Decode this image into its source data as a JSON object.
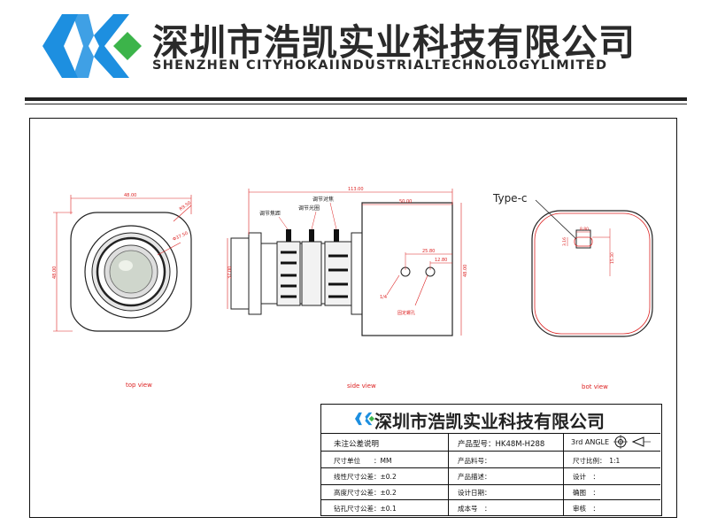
{
  "header": {
    "company_cn": "深圳市浩凯实业科技有限公司",
    "company_en": "SHENZHEN CITYHOKAIINDUSTRIALTECHNOLOGYLIMITED",
    "logo_color_blue": "#1d8fe0",
    "logo_color_green": "#3cb44a"
  },
  "drawing": {
    "views": {
      "top": "top view",
      "side": "side view",
      "bot": "bot view"
    },
    "top_view": {
      "dim_width": "48.00",
      "dim_height": "48.00",
      "dim_radius": "R9.50",
      "dim_diameter": "Φ37.50"
    },
    "side_view": {
      "dim_total": "113.00",
      "dim_body": "50.00",
      "dim_hole1": "25.80",
      "dim_hole2": "12.80",
      "dim_height": "48.00",
      "dim_lens": "37.00",
      "label_focus": "调节焦距",
      "label_iris": "调节光圈",
      "label_adjust": "调节对焦",
      "label_hole_left": "1/4",
      "label_hole_right": "固定螺孔"
    },
    "bot_view": {
      "type_label": "Type-c",
      "dim_a": "8.80",
      "dim_b": "3.16",
      "dim_c": "15.30"
    }
  },
  "title_block": {
    "company": "深圳市浩凯实业科技有限公司",
    "rows": [
      [
        "未注公差说明",
        "产品型号：HK48M-H288",
        "3rd ANGLE"
      ],
      [
        "尺寸单位　　：MM",
        "产品料号：",
        "尺寸比例：　1:1"
      ],
      [
        "线性尺寸公差：±0.2",
        "产品描述：",
        "设计　："
      ],
      [
        "高度尺寸公差：±0.2",
        "设计日期：",
        "确图　："
      ],
      [
        "钻孔尺寸公差：±0.1",
        "成本号　：",
        "审核　："
      ]
    ]
  }
}
